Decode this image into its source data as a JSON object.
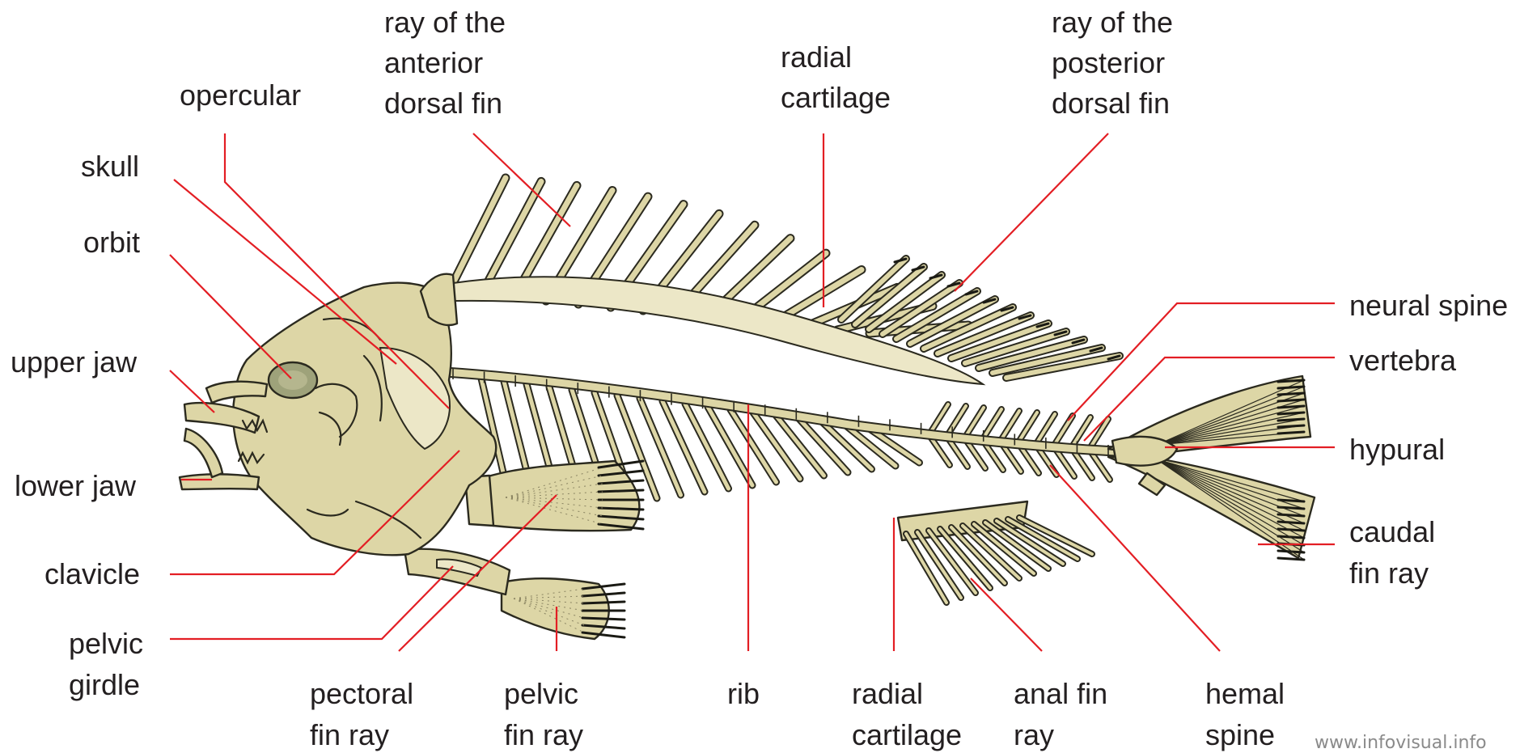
{
  "labels": {
    "ray_anterior_dorsal_fin": [
      "ray of the",
      "anterior",
      "dorsal fin"
    ],
    "radial_cartilage_top": [
      "radial",
      "cartilage"
    ],
    "ray_posterior_dorsal_fin": [
      "ray of the",
      "posterior",
      "dorsal fin"
    ],
    "opercular": [
      "opercular"
    ],
    "skull": [
      "skull"
    ],
    "orbit": [
      "orbit"
    ],
    "upper_jaw": [
      "upper jaw"
    ],
    "lower_jaw": [
      "lower jaw"
    ],
    "clavicle": [
      "clavicle"
    ],
    "pelvic_girdle": [
      "pelvic",
      "girdle"
    ],
    "pectoral_fin_ray": [
      "pectoral",
      "fin ray"
    ],
    "pelvic_fin_ray": [
      "pelvic",
      "fin ray"
    ],
    "rib": [
      "rib"
    ],
    "radial_cartilage_bottom": [
      "radial",
      "cartilage"
    ],
    "anal_fin_ray": [
      "anal fin",
      "ray"
    ],
    "hemal_spine": [
      "hemal",
      "spine"
    ],
    "neural_spine": [
      "neural spine"
    ],
    "vertebra": [
      "vertebra"
    ],
    "hypural": [
      "hypural"
    ],
    "caudal_fin_ray": [
      "caudal",
      "fin ray"
    ]
  },
  "credit": "www.infovisual.info",
  "colors": {
    "bone": "#ddd6a6",
    "outline": "#2b2a1f",
    "leader_line": "#e31e24",
    "text": "#231f20",
    "orbit": "#9ea27a"
  }
}
